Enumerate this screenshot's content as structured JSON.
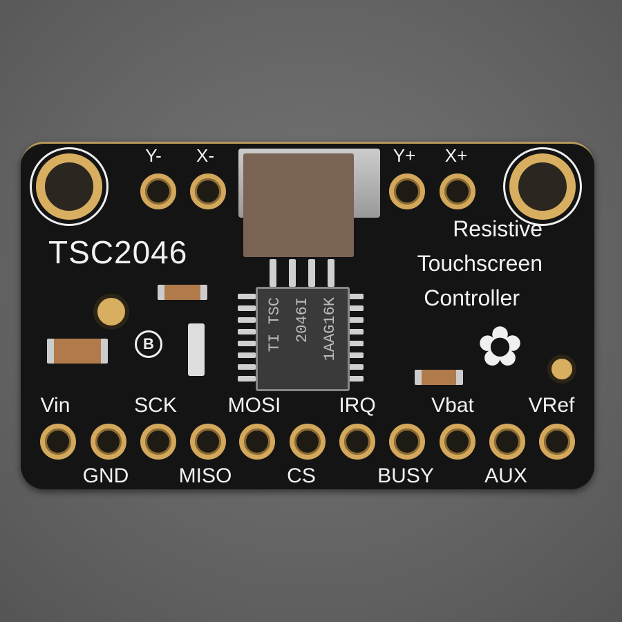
{
  "board": {
    "title": "TSC2046",
    "description": [
      "Resistive",
      "Touchscreen",
      "Controller"
    ],
    "chip_marking": [
      "TI TSC",
      "2046I",
      "1AAG16K"
    ],
    "top_pins": [
      "Y-",
      "X-",
      "Y+",
      "X+"
    ],
    "bottom_labels_upper": [
      "Vin",
      "SCK",
      "MOSI",
      "IRQ",
      "Vbat",
      "VRef"
    ],
    "bottom_labels_lower": [
      "GND",
      "MISO",
      "CS",
      "BUSY",
      "AUX"
    ],
    "badge": "B",
    "colors": {
      "pcb": "#141414",
      "gold": "#d4a85c",
      "background": "#6b6b6b"
    }
  }
}
